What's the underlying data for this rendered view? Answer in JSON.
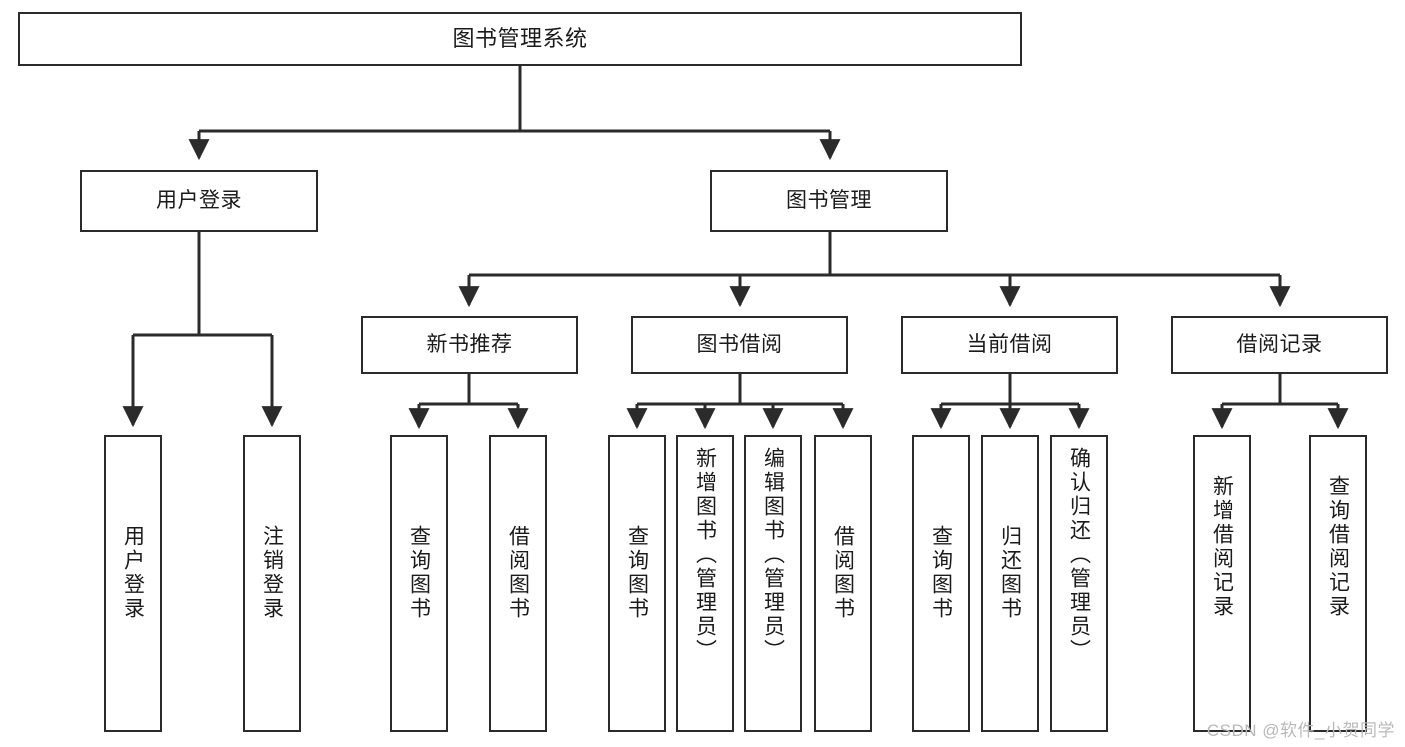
{
  "diagram": {
    "title": "图书管理系统",
    "type": "tree-hierarchy",
    "line_color": "#2b2b2b",
    "box_fill": "#ffffff",
    "text_color": "#1b1b1b"
  },
  "watermark": {
    "text": "CSDN @软件_小贺同学",
    "color": "#b9b9b9"
  },
  "nodes": {
    "root": {
      "label": "图书管理系统"
    },
    "level2": [
      {
        "label": "用户登录"
      },
      {
        "label": "图书管理"
      }
    ],
    "level3": [
      {
        "label": "新书推荐"
      },
      {
        "label": "图书借阅"
      },
      {
        "label": "当前借阅"
      },
      {
        "label": "借阅记录"
      }
    ],
    "leaves": {
      "user_login": [
        {
          "label": "用户登录"
        },
        {
          "label": "注销登录"
        }
      ],
      "new_book_recommend": [
        {
          "label": "查询图书"
        },
        {
          "label": "借阅图书"
        }
      ],
      "book_borrow": [
        {
          "label": "查询图书"
        },
        {
          "label": "新增图书（管理员）"
        },
        {
          "label": "编辑图书（管理员）"
        },
        {
          "label": "借阅图书"
        }
      ],
      "current_borrow": [
        {
          "label": "查询图书"
        },
        {
          "label": "归还图书"
        },
        {
          "label": "确认归还（管理员）"
        }
      ],
      "borrow_record": [
        {
          "label": "新增借阅记录"
        },
        {
          "label": "查询借阅记录"
        }
      ]
    }
  }
}
